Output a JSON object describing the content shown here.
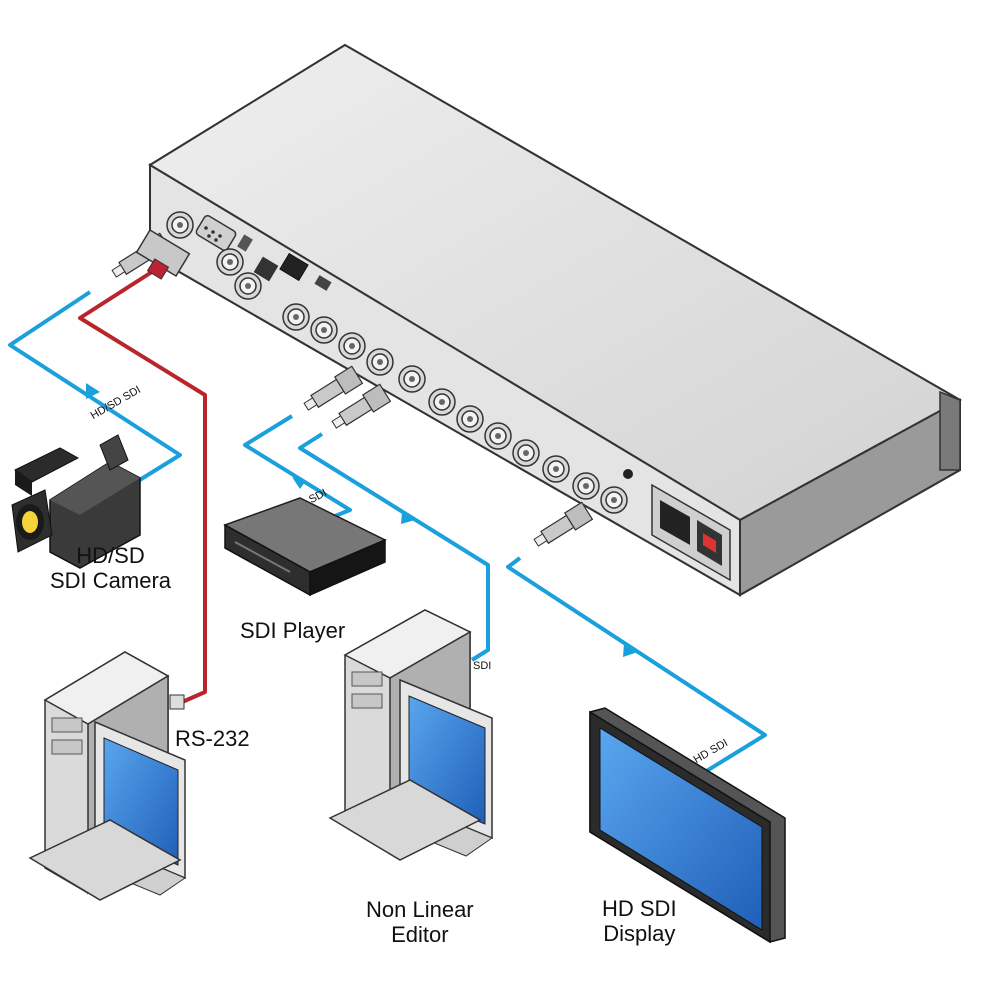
{
  "devices": {
    "camera": {
      "label_line1": "HD/SD",
      "label_line2": "SDI Camera"
    },
    "player": {
      "label": "SDI Player"
    },
    "pc": {
      "port_label": "RS-232"
    },
    "editor": {
      "label_line1": "Non Linear",
      "label_line2": "Editor"
    },
    "display": {
      "label_line1": "HD SDI",
      "label_line2": "Display"
    }
  },
  "cables": {
    "camera": "HD/SD SDI",
    "player": "SDI",
    "editor": "SDI",
    "display": "HD SDI"
  },
  "colors": {
    "sdi_cable": "#1aa0dc",
    "rs232_cable": "#b8262b",
    "chassis": "#d9d9d9",
    "screen": "#2f7fd6"
  }
}
